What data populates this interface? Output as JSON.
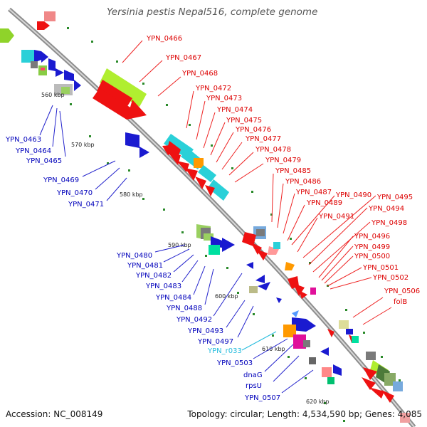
{
  "header": {
    "title": "Yersinia pestis Nepal516, complete genome"
  },
  "footer": {
    "accession": "Accession: NC_008149",
    "topology": "Topology: circular; Length: 4,534,590 bp; Genes: 4,085"
  },
  "colors": {
    "forward_label": "#dd0000",
    "reverse_label": "#0000bb",
    "rna_label": "#22bbdd",
    "backbone": "#909090"
  },
  "scale_labels": [
    "560 kbp",
    "570 kbp",
    "580 kbp",
    "590 kbp",
    "600 kbp",
    "610 kbp",
    "620 kbp"
  ],
  "forward_labels": [
    "YPN_0466",
    "YPN_0467",
    "YPN_0468",
    "YPN_0472",
    "YPN_0473",
    "YPN_0474",
    "YPN_0475",
    "YPN_0476",
    "YPN_0477",
    "YPN_0478",
    "YPN_0479",
    "YPN_0485",
    "YPN_0486",
    "YPN_0487",
    "YPN_0489",
    "YPN_0490",
    "YPN_0491",
    "YPN_0495",
    "YPN_0494",
    "YPN_0498",
    "YPN_0496",
    "YPN_0499",
    "YPN_0500",
    "YPN_0501",
    "YPN_0502",
    "YPN_0506",
    "folB"
  ],
  "reverse_labels": [
    "YPN_0463",
    "YPN_0464",
    "YPN_0465",
    "YPN_0469",
    "YPN_0470",
    "YPN_0471",
    "YPN_0480",
    "YPN_0481",
    "YPN_0482",
    "YPN_0483",
    "YPN_0484",
    "YPN_0488",
    "YPN_0492",
    "YPN_0493",
    "YPN_0497",
    "YPN_r033",
    "YPN_0503",
    "dnaG",
    "rpsU",
    "YPN_0507"
  ]
}
